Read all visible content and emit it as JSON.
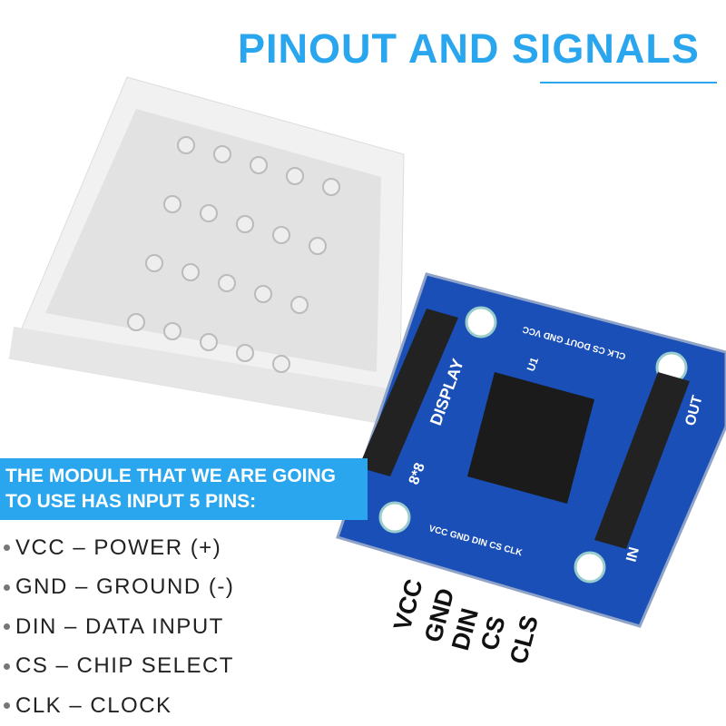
{
  "title": "PINOUT AND SIGNALS",
  "banner": {
    "line1": "THE MODULE THAT WE ARE GOING",
    "line2": "TO USE HAS INPUT 5 PINS:"
  },
  "pins": [
    {
      "label": "VCC – POWER (+)"
    },
    {
      "label": "GND – GROUND (-)"
    },
    {
      "label": "DIN – DATA INPUT"
    },
    {
      "label": "CS – CHIP SELECT"
    },
    {
      "label": "CLK – CLOCK"
    }
  ],
  "pin_callouts": [
    "VCC",
    "GND",
    "DIN",
    "CS",
    "CLS"
  ],
  "board": {
    "display_label": "DISPLAY",
    "size_label": "8*8",
    "out_label": "OUT",
    "in_label": "IN",
    "chip_label": "U1",
    "top_header": "CLK CS DOUT GND VCC",
    "bottom_header": "VCC GND DIN CS CLK"
  },
  "colors": {
    "accent": "#2aa6ee",
    "pcb": "#1a4fb8"
  }
}
